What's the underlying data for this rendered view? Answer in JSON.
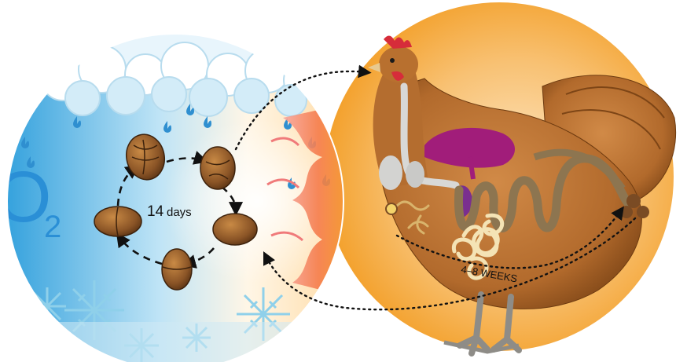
{
  "labels": {
    "cycle_days_number": "14",
    "cycle_days_unit": "days",
    "o2_symbol": "O",
    "o2_subscript": "2",
    "weeks": "4–8 WEEKS"
  },
  "colors": {
    "sky_blue": "#3fa7dd",
    "warm_orange": "#f39a1c",
    "hen_brown": "#b8702f",
    "liver_magenta": "#a11d7a",
    "egg_brown": "#8a5426",
    "worm_cream": "#f4e3b5"
  },
  "icons": [
    "cloud-icon",
    "raindrop-icon",
    "snowflake-icon",
    "sun-rays-icon",
    "egg-icon",
    "hen-icon",
    "worm-icon"
  ]
}
